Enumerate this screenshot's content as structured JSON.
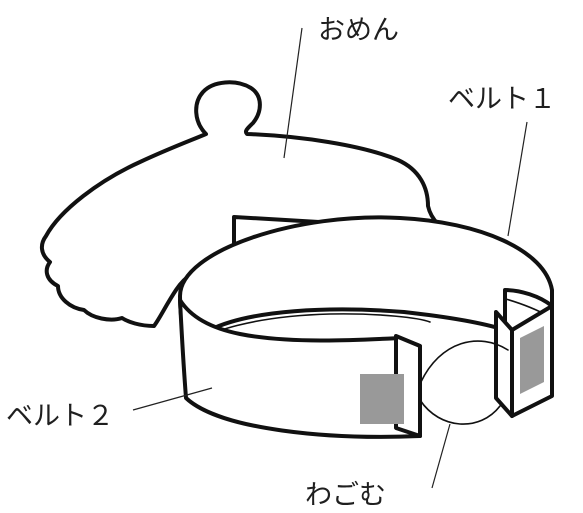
{
  "labels": {
    "omen": "おめん",
    "belt1": "ベルト１",
    "belt2": "ベルト２",
    "wagomu": "わごむ"
  },
  "colors": {
    "outline": "#111111",
    "patch": "#999999",
    "background": "#ffffff"
  }
}
